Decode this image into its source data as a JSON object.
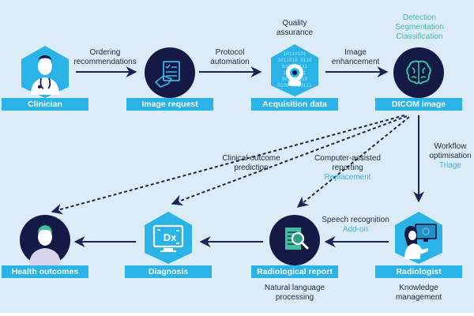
{
  "colors": {
    "background": "#dcebf8",
    "label_bg": "#29b3e6",
    "hexagon": "#29b3e6",
    "navy": "#141a45",
    "arrow": "#1b2456",
    "accent_green": "#3fbf9f",
    "accent_cyan": "#3fb4e4"
  },
  "nodes": {
    "clinician": {
      "label": "Clinician",
      "icon": "doctor-icon",
      "shape": "hexagon"
    },
    "image_request": {
      "label": "Image request",
      "icon": "hand-document-icon",
      "shape": "circle"
    },
    "acquisition_data": {
      "label": "Acquisition data",
      "icon": "scanner-binary-icon",
      "shape": "hexagon"
    },
    "dicom_image": {
      "label": "DICOM image",
      "icon": "brain-icon",
      "shape": "circle"
    },
    "health_outcomes": {
      "label": "Health outcomes",
      "icon": "patient-icon",
      "shape": "circle"
    },
    "diagnosis": {
      "label": "Diagnosis",
      "icon": "monitor-dx-icon",
      "shape": "hexagon",
      "icon_text": "Dx"
    },
    "radiological_report": {
      "label": "Radiological report",
      "icon": "report-magnifier-icon",
      "shape": "circle"
    },
    "radiologist": {
      "label": "Radiologist",
      "icon": "radiologist-at-screen-icon",
      "shape": "hexagon"
    }
  },
  "captions": {
    "ordering": [
      "Ordering",
      "recommendations"
    ],
    "protocol": [
      "Protocol",
      "automation"
    ],
    "quality": [
      "Quality",
      "assurance"
    ],
    "enhancement": [
      "Image",
      "enhancement"
    ],
    "dicom_tasks": [
      "Detection",
      "Segmentation",
      "Classification"
    ],
    "clinical_outcome": [
      "Clinical outcome",
      "prediction"
    ],
    "cad_reporting": [
      "Computer-assisted",
      "reporting"
    ],
    "cad_reporting_highlight": "Replacement",
    "workflow": [
      "Workflow",
      "optimisation"
    ],
    "workflow_highlight": "Triage",
    "speech": "Speech recognition",
    "speech_highlight": "Add-on",
    "nlp": [
      "Natural language",
      "processing"
    ],
    "knowledge": [
      "Knowledge",
      "management"
    ]
  },
  "edges": [
    {
      "from": "clinician",
      "to": "image_request",
      "style": "solid",
      "caption": "ordering"
    },
    {
      "from": "image_request",
      "to": "acquisition_data",
      "style": "solid",
      "caption": "protocol"
    },
    {
      "from": "acquisition_data",
      "to": "dicom_image",
      "style": "solid",
      "caption": "enhancement"
    },
    {
      "from": "dicom_image",
      "to": "radiologist",
      "style": "solid",
      "caption": "workflow"
    },
    {
      "from": "radiologist",
      "to": "radiological_report",
      "style": "solid",
      "caption": "speech"
    },
    {
      "from": "radiological_report",
      "to": "diagnosis",
      "style": "solid"
    },
    {
      "from": "diagnosis",
      "to": "health_outcomes",
      "style": "solid"
    },
    {
      "from": "dicom_image",
      "to": "health_outcomes",
      "style": "dashed",
      "caption": "clinical_outcome"
    },
    {
      "from": "dicom_image",
      "to": "diagnosis",
      "style": "dashed"
    },
    {
      "from": "dicom_image",
      "to": "radiological_report",
      "style": "dashed",
      "caption": "cad_reporting"
    }
  ]
}
